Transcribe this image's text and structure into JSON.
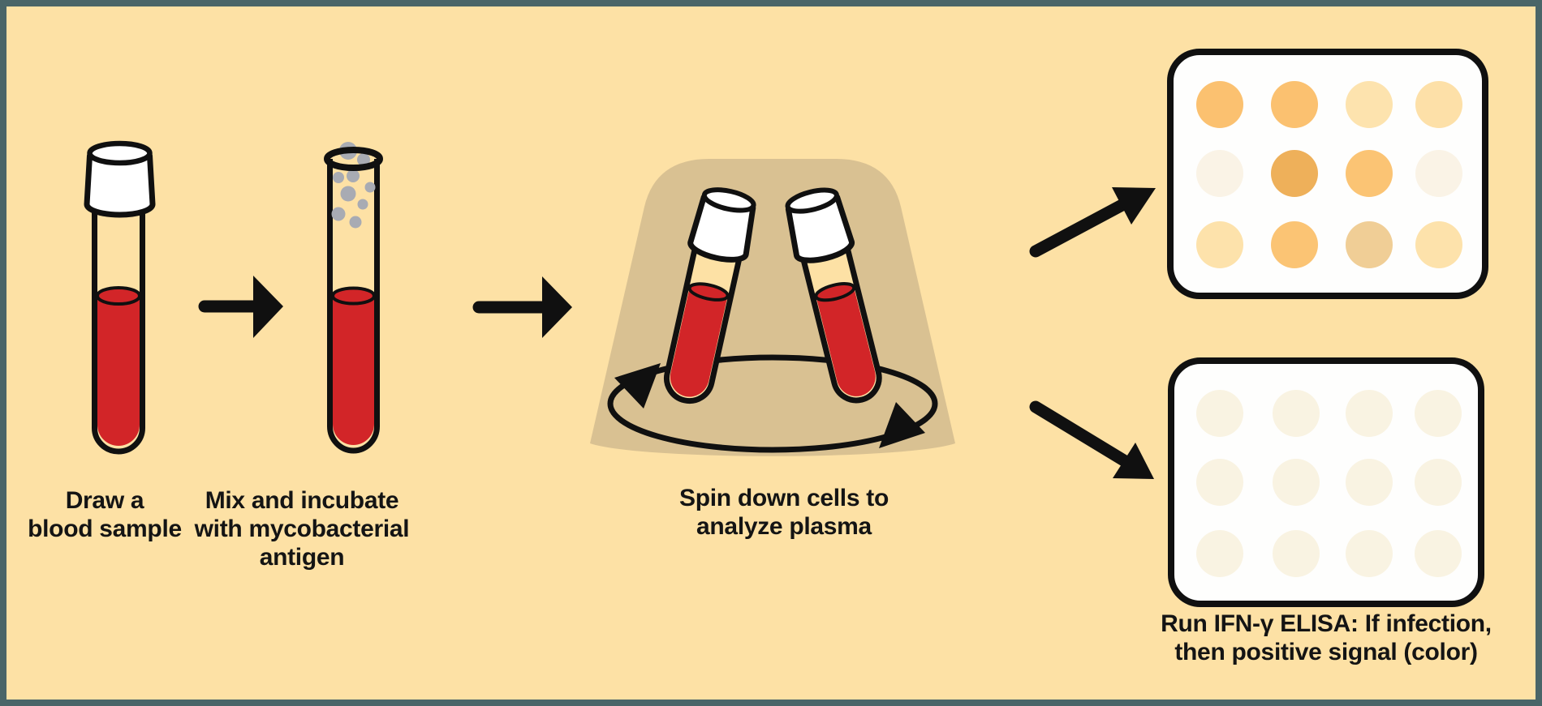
{
  "colors": {
    "background": "#FDE1A5",
    "frame_border": "#4A6568",
    "outline": "#101010",
    "blood": "#D22528",
    "cap_white": "#FFFFFF",
    "antigen_gray": "#A8ABB3",
    "centrifuge_base": "#D9C192",
    "plate_white": "#FEFEFD",
    "arrow_black": "#101010"
  },
  "steps": [
    {
      "name": "draw-blood",
      "label_lines": [
        "Draw a",
        "blood sample"
      ]
    },
    {
      "name": "mix-incubate",
      "label_lines": [
        "Mix and incubate",
        "with mycobacterial",
        "antigen"
      ]
    },
    {
      "name": "spin-down",
      "label_lines": [
        "Spin down cells to",
        "analyze plasma"
      ]
    },
    {
      "name": "run-elisa",
      "label_lines": [
        "Run IFN-γ ELISA: If infection,",
        "then positive signal (color)"
      ]
    }
  ],
  "elisa": {
    "positive_plate": {
      "rows": 3,
      "cols": 4,
      "wells": [
        [
          "#FBC170",
          "#FBC170",
          "#FDE3AE",
          "#FDE0A8"
        ],
        [
          "#FAF3E6",
          "#EEB05A",
          "#FBC474",
          "#FAF3E6"
        ],
        [
          "#FDE2AB",
          "#FBC474",
          "#F0CE96",
          "#FDE2AB"
        ]
      ]
    },
    "negative_plate": {
      "rows": 3,
      "cols": 4,
      "well_color": "#F9F3E2"
    }
  }
}
